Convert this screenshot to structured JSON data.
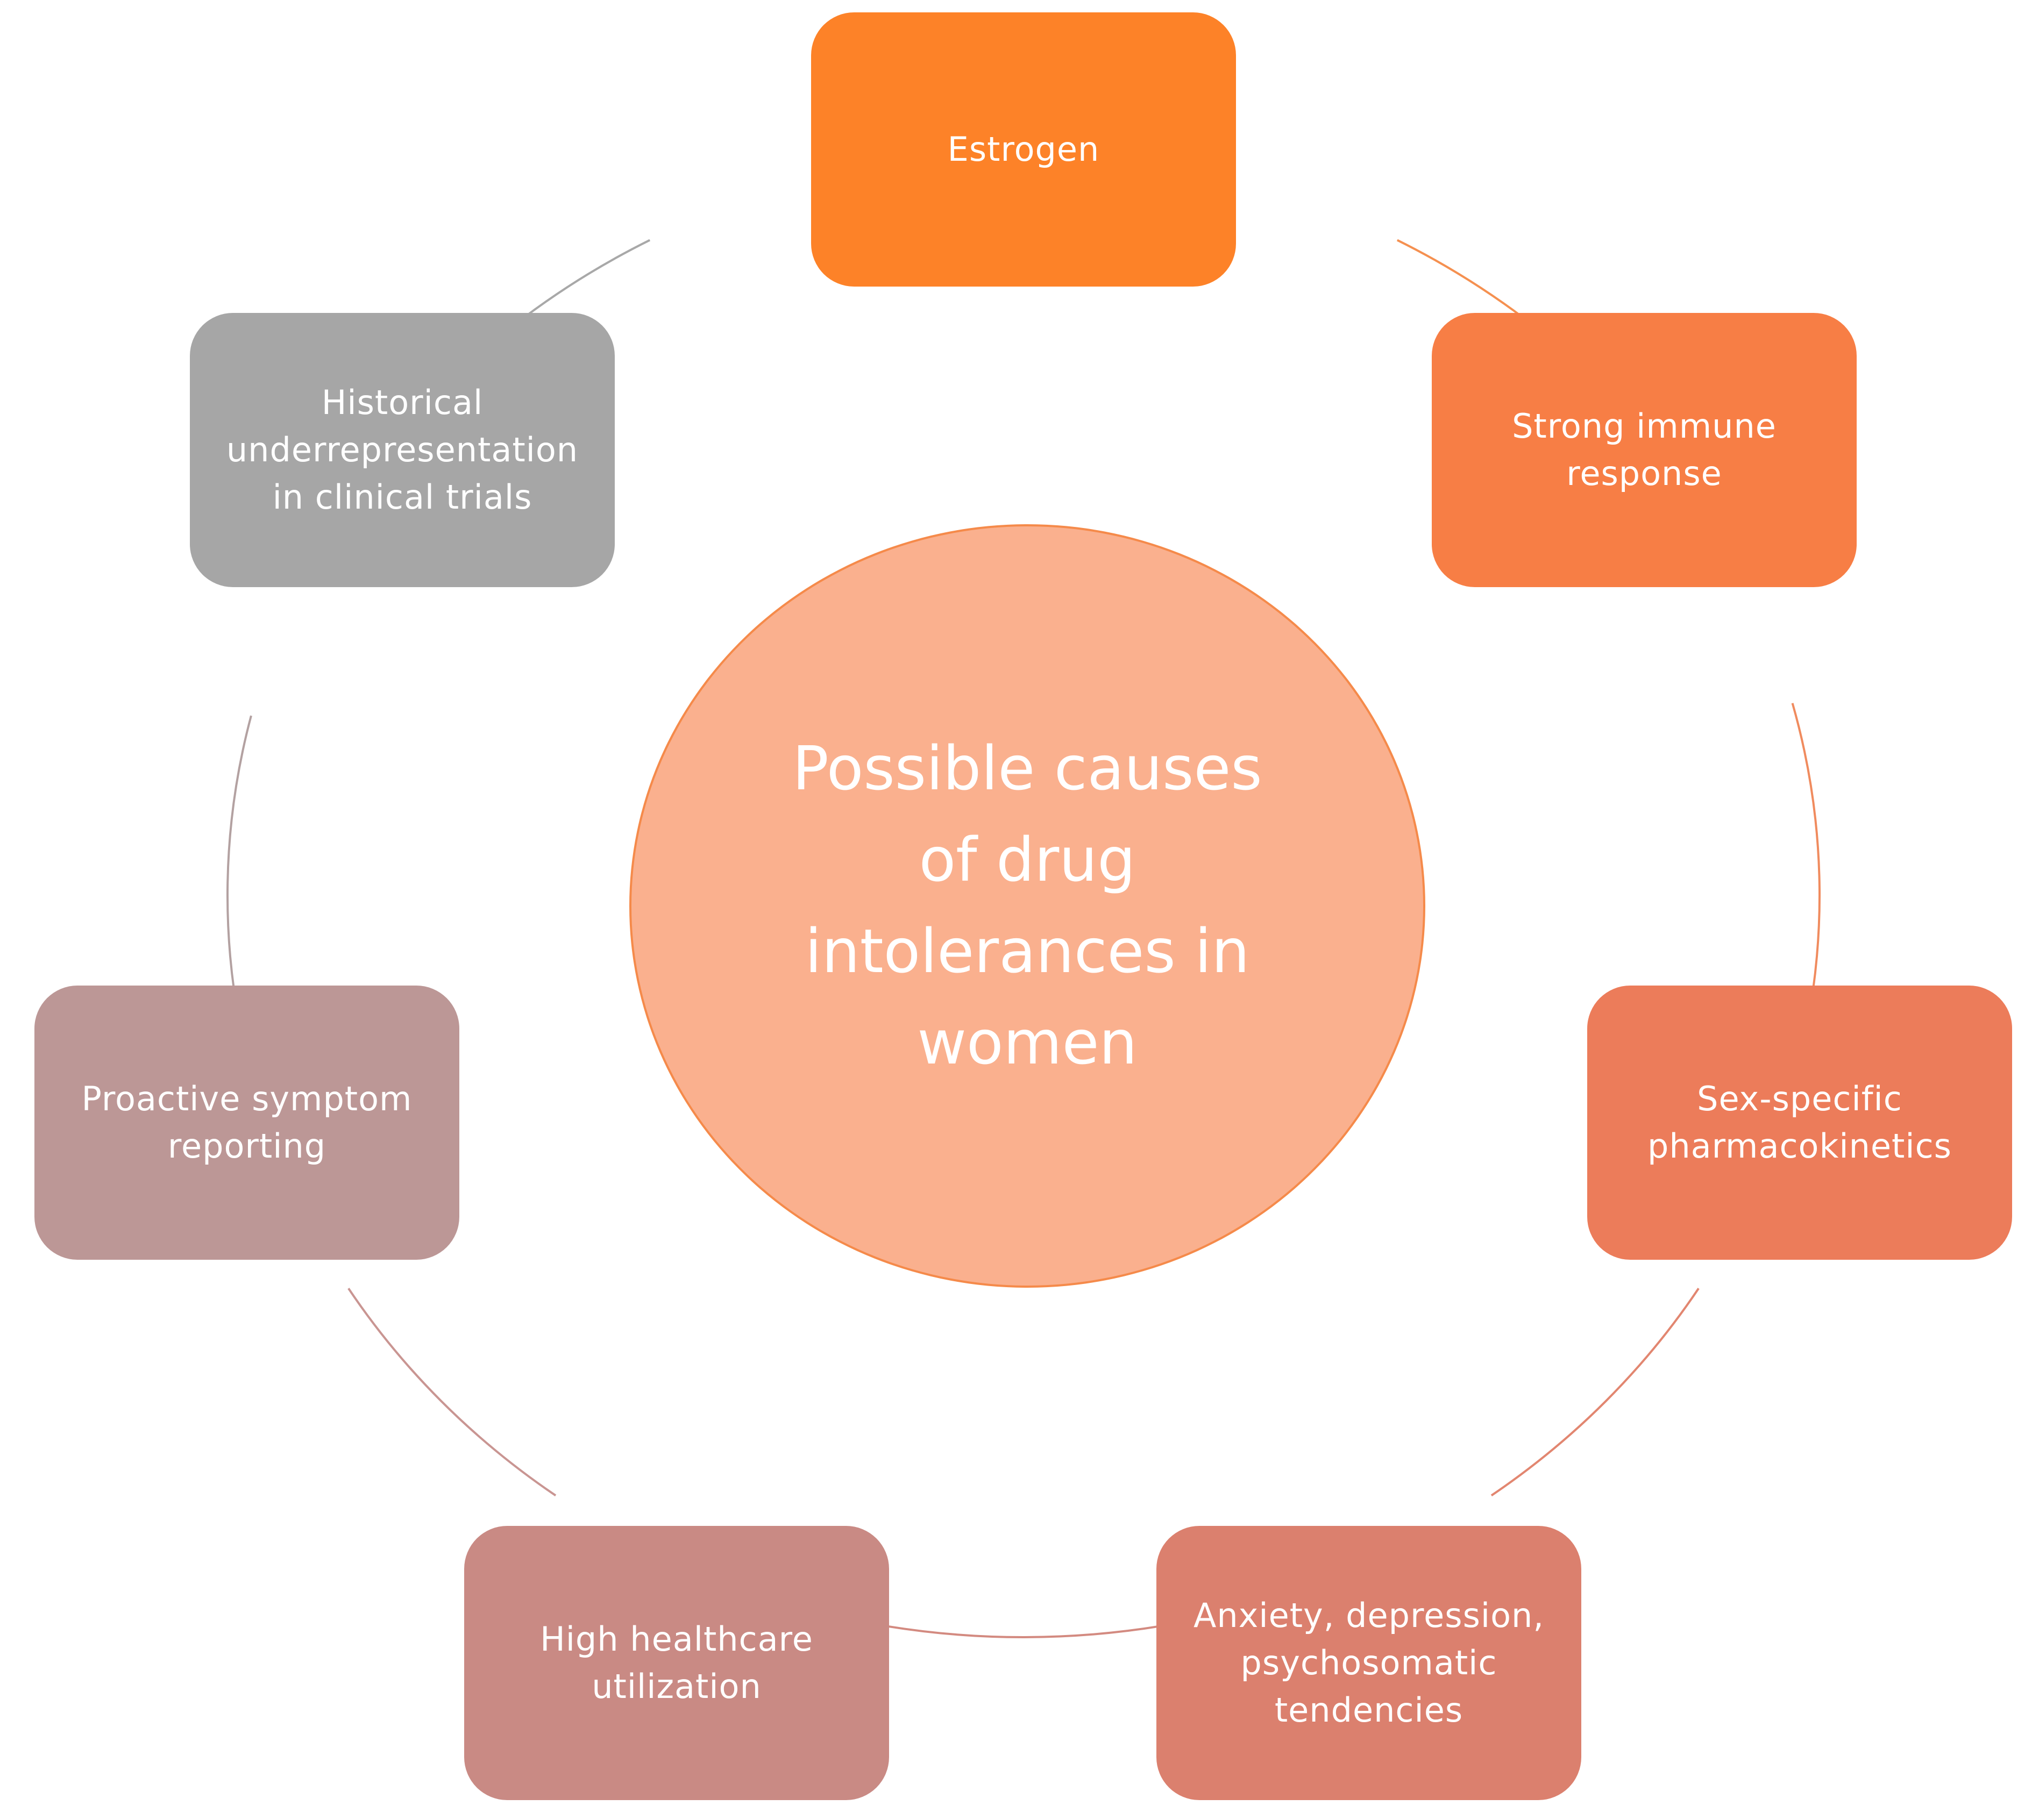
{
  "center": {
    "label": "Possible causes\nof drug\nintolerances in\nwomen",
    "color": "#fab08e"
  },
  "nodes": [
    {
      "id": "estrogen",
      "label": "Estrogen",
      "color": "#fd8228"
    },
    {
      "id": "immune",
      "label": "Strong immune\nresponse",
      "color": "#f77e45"
    },
    {
      "id": "pharmacokinetics",
      "label": "Sex-specific\npharmacokinetics",
      "color": "#ec7c5a"
    },
    {
      "id": "anxiety",
      "label": "Anxiety, depression,\npsychosomatic\ntendencies",
      "color": "#db806e"
    },
    {
      "id": "healthcare",
      "label": "High healthcare\nutilization",
      "color": "#c98a84"
    },
    {
      "id": "reporting",
      "label": "Proactive symptom\nreporting",
      "color": "#bc9796"
    },
    {
      "id": "trials",
      "label": "Historical\nunderrepresentation\nin clinical trials",
      "color": "#a6a6a6"
    }
  ],
  "connectors": [
    {
      "from": "estrogen",
      "to": "immune",
      "color": "#f59050"
    },
    {
      "from": "immune",
      "to": "pharmacokinetics",
      "color": "#f08b5e"
    },
    {
      "from": "pharmacokinetics",
      "to": "anxiety",
      "color": "#e28670"
    },
    {
      "from": "anxiety",
      "to": "healthcare",
      "color": "#d38a80"
    },
    {
      "from": "healthcare",
      "to": "reporting",
      "color": "#c99592"
    },
    {
      "from": "reporting",
      "to": "trials",
      "color": "#b3a1a1"
    },
    {
      "from": "trials",
      "to": "estrogen",
      "color": "#a8a8a8"
    }
  ]
}
